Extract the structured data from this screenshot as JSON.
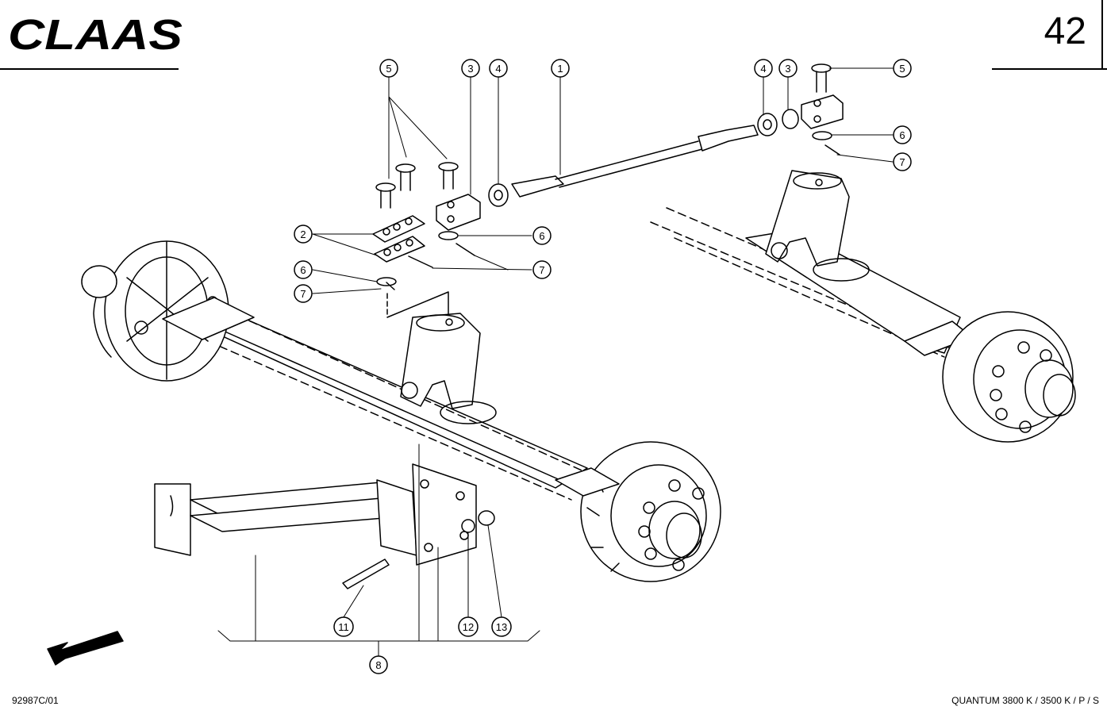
{
  "header": {
    "brand": "CLAAS",
    "page_number": "42"
  },
  "footer": {
    "document_ref": "92987C/01",
    "model_ref": "QUANTUM 3800 K / 3500 K / P / S"
  },
  "callouts": {
    "c1": "1",
    "c2": "2",
    "c3a": "3",
    "c3b": "3",
    "c4a": "4",
    "c4b": "4",
    "c5a": "5",
    "c5b": "5",
    "c6a": "6",
    "c6b": "6",
    "c6c": "6",
    "c7a": "7",
    "c7b": "7",
    "c7c": "7",
    "c8": "8",
    "c11": "11",
    "c12": "12",
    "c13": "13"
  },
  "icons": {
    "direction_arrow": "arrow-left-down-icon"
  }
}
